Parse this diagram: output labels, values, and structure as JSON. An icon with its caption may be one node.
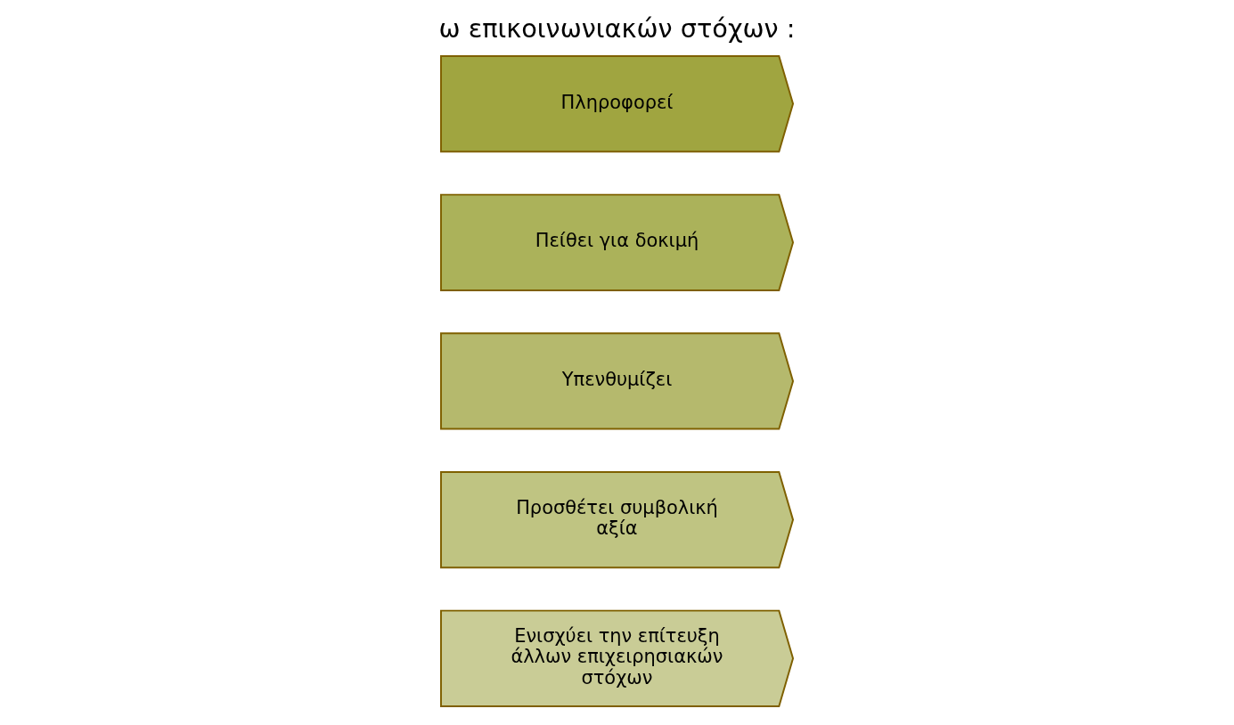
{
  "diagram": {
    "title": "ω επικοινωνιακών στόχων :",
    "nodes": [
      {
        "text": [
          "Πληροφορεί"
        ]
      },
      {
        "text": [
          "Πείθει για δοκιμή"
        ]
      },
      {
        "text": [
          "Υπενθυμίζει"
        ]
      },
      {
        "text": [
          "Προσθέτει συμβολική αξία"
        ]
      },
      {
        "text": [
          "Ενισχύει την επίτευξη άλλων επιχειρησιακών στόχων"
        ]
      }
    ],
    "edges": []
  }
}
